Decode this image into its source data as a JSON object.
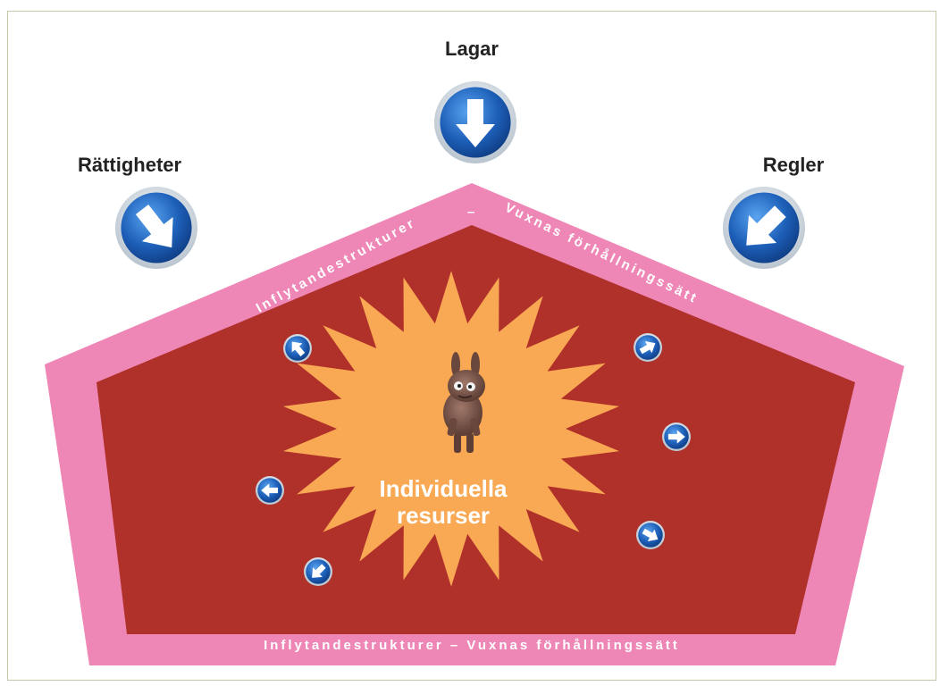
{
  "labels": {
    "top": "Lagar",
    "left": "Rättigheter",
    "right": "Regler"
  },
  "band": {
    "left_top": "Inflytandestrukturer",
    "dash": "–",
    "right_top": "Vuxnas förhållningssätt",
    "bottom": "Inflytandestrukturer – Vuxnas förhållningssätt"
  },
  "center": {
    "line1": "Individuella",
    "line2": "resurser"
  },
  "colors": {
    "pink": "#ee86b6",
    "red": "#b0302a",
    "orange": "#f9a853",
    "sign_blue": "#1d5fb8"
  },
  "icons": [
    "arrow-sign-icon",
    "figure-icon"
  ]
}
